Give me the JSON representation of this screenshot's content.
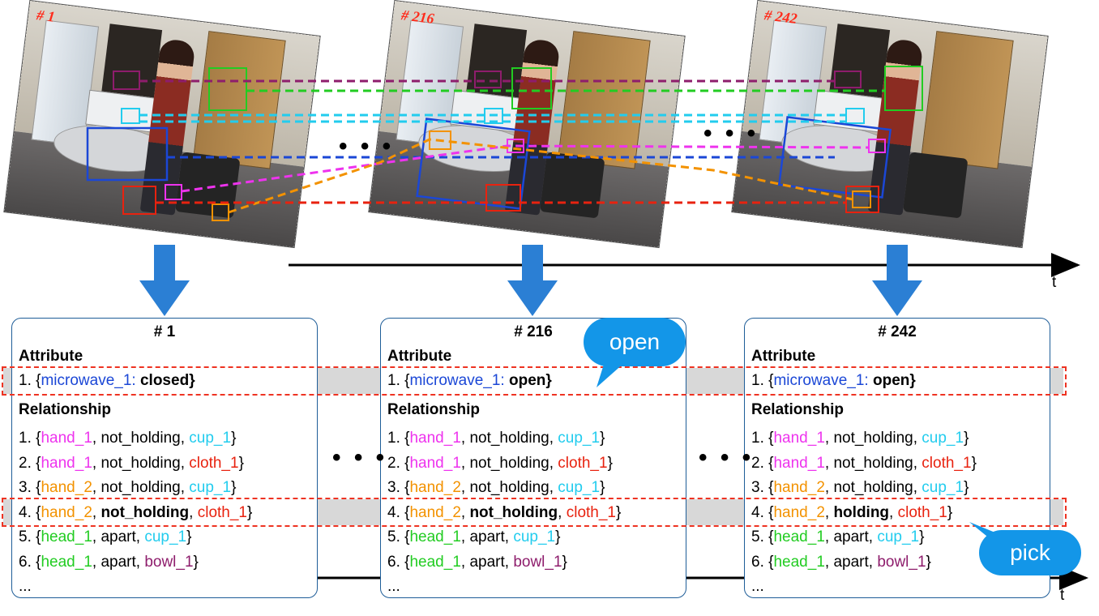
{
  "frames": [
    {
      "label": "# 1"
    },
    {
      "label": "# 216"
    },
    {
      "label": "# 242"
    }
  ],
  "ellipsis": "• • •",
  "axis_label": "t",
  "colors": {
    "magenta": "#ee33ee",
    "cyan": "#22ccee",
    "orange": "#f39200",
    "red": "#e8220f",
    "green": "#22cc22",
    "blue": "#1b47d6",
    "purple": "#8e1d6c",
    "arrow": "#2b7fd4",
    "panel_border": "#1e5d98",
    "callout": "#1396e8",
    "highlight": "#ee3322"
  },
  "panels": [
    {
      "title": "# 1",
      "attribute_header": "Attribute",
      "relationship_header": "Relationship",
      "attribute": {
        "prefix": "1. {",
        "object": "microwave_1:",
        "state": "closed",
        "suffix": "}"
      },
      "relations": [
        {
          "num": "1. {",
          "subj": "hand_1",
          "rel": "not_holding",
          "obj": "cup_1",
          "subj_color": "magenta",
          "obj_color": "cyan",
          "bold": false
        },
        {
          "num": "2. {",
          "subj": "hand_1",
          "rel": "not_holding",
          "obj": "cloth_1",
          "subj_color": "magenta",
          "obj_color": "red",
          "bold": false
        },
        {
          "num": "3. {",
          "subj": "hand_2",
          "rel": "not_holding",
          "obj": "cup_1",
          "subj_color": "orange",
          "obj_color": "cyan",
          "bold": false
        },
        {
          "num": "4. {",
          "subj": "hand_2",
          "rel": "not_holding",
          "obj": "cloth_1",
          "subj_color": "orange",
          "obj_color": "red",
          "bold": true
        },
        {
          "num": "5. {",
          "subj": "head_1",
          "rel": "apart",
          "obj": "cup_1",
          "subj_color": "green",
          "obj_color": "cyan",
          "bold": false
        },
        {
          "num": "6. {",
          "subj": "head_1",
          "rel": "apart",
          "obj": "bowl_1",
          "subj_color": "green",
          "obj_color": "purple",
          "bold": false
        }
      ],
      "more": "..."
    },
    {
      "title": "# 216",
      "attribute_header": "Attribute",
      "relationship_header": "Relationship",
      "attribute": {
        "prefix": "1. {",
        "object": "microwave_1:",
        "state": "open",
        "suffix": "}"
      },
      "relations": [
        {
          "num": "1. {",
          "subj": "hand_1",
          "rel": "not_holding",
          "obj": "cup_1",
          "subj_color": "magenta",
          "obj_color": "cyan",
          "bold": false
        },
        {
          "num": "2. {",
          "subj": "hand_1",
          "rel": "not_holding",
          "obj": "cloth_1",
          "subj_color": "magenta",
          "obj_color": "red",
          "bold": false
        },
        {
          "num": "3. {",
          "subj": "hand_2",
          "rel": "not_holding",
          "obj": "cup_1",
          "subj_color": "orange",
          "obj_color": "cyan",
          "bold": false
        },
        {
          "num": "4. {",
          "subj": "hand_2",
          "rel": "not_holding",
          "obj": "cloth_1",
          "subj_color": "orange",
          "obj_color": "red",
          "bold": true
        },
        {
          "num": "5. {",
          "subj": "head_1",
          "rel": "apart",
          "obj": "cup_1",
          "subj_color": "green",
          "obj_color": "cyan",
          "bold": false
        },
        {
          "num": "6. {",
          "subj": "head_1",
          "rel": "apart",
          "obj": "bowl_1",
          "subj_color": "green",
          "obj_color": "purple",
          "bold": false
        }
      ],
      "more": "..."
    },
    {
      "title": "# 242",
      "attribute_header": "Attribute",
      "relationship_header": "Relationship",
      "attribute": {
        "prefix": "1. {",
        "object": "microwave_1:",
        "state": "open",
        "suffix": "}"
      },
      "relations": [
        {
          "num": "1. {",
          "subj": "hand_1",
          "rel": "not_holding",
          "obj": "cup_1",
          "subj_color": "magenta",
          "obj_color": "cyan",
          "bold": false
        },
        {
          "num": "2. {",
          "subj": "hand_1",
          "rel": "not_holding",
          "obj": "cloth_1",
          "subj_color": "magenta",
          "obj_color": "red",
          "bold": false
        },
        {
          "num": "3. {",
          "subj": "hand_2",
          "rel": "not_holding",
          "obj": "cup_1",
          "subj_color": "orange",
          "obj_color": "cyan",
          "bold": false
        },
        {
          "num": "4. {",
          "subj": "hand_2",
          "rel": "holding",
          "obj": "cloth_1",
          "subj_color": "orange",
          "obj_color": "red",
          "bold": true
        },
        {
          "num": "5. {",
          "subj": "head_1",
          "rel": "apart",
          "obj": "cup_1",
          "subj_color": "green",
          "obj_color": "cyan",
          "bold": false
        },
        {
          "num": "6. {",
          "subj": "head_1",
          "rel": "apart",
          "obj": "bowl_1",
          "subj_color": "green",
          "obj_color": "purple",
          "bold": false
        }
      ],
      "more": "..."
    }
  ],
  "callouts": [
    {
      "text": "open"
    },
    {
      "text": "pick"
    }
  ]
}
